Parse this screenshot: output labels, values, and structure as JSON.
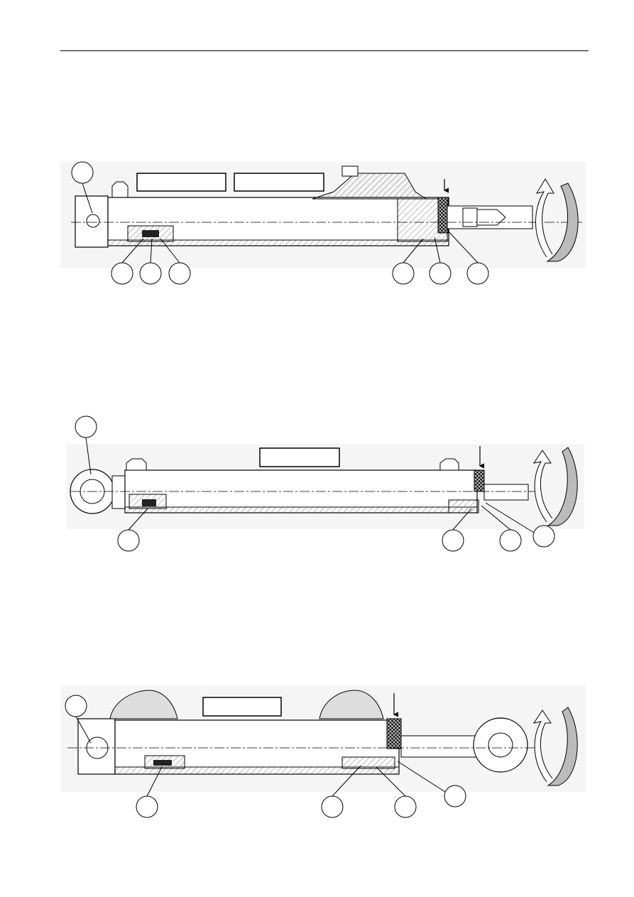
{
  "page": {
    "background": "#ffffff",
    "ink": "#000000"
  },
  "colors": {
    "panel": "#f2f2f2",
    "body": "#e6e6e6",
    "hatch": "#777777",
    "seal": "#222222",
    "rotation_arrow": "#b8b8b8"
  },
  "figures": [
    {
      "id": "cylinder-1",
      "label_boxes": 2,
      "callouts": 7,
      "rod_end": "threaded-rod"
    },
    {
      "id": "cylinder-2",
      "label_boxes": 1,
      "callouts": 5,
      "rod_end": "plain-rod"
    },
    {
      "id": "cylinder-3",
      "label_boxes": 1,
      "callouts": 5,
      "rod_end": "eye"
    }
  ],
  "icons": [
    "rotation-arrow-icon",
    "down-arrow-icon"
  ]
}
